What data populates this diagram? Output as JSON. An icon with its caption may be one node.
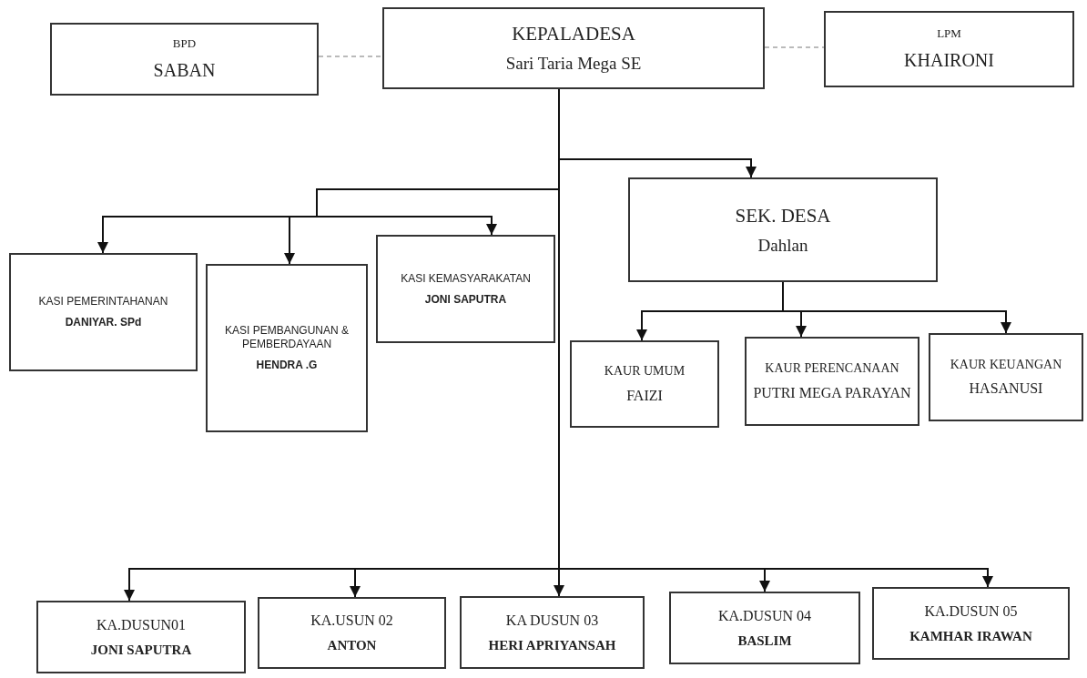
{
  "diagram": {
    "nodes": [
      {
        "text": [
          "BPD",
          "SABAN"
        ]
      },
      {
        "text": [
          "KEPALADESA",
          "Sari Taria Mega SE"
        ]
      },
      {
        "text": [
          "LPM",
          "KHAIRONI"
        ]
      },
      {
        "text": [
          "SEK. DESA",
          "Dahlan"
        ]
      },
      {
        "text": [
          "KASI PEMERINTAHANAN",
          "DANIYAR. SPd"
        ]
      },
      {
        "text": [
          "KASI PEMBANGUNAN & PEMBERDAYAAN",
          "HENDRA .G"
        ]
      },
      {
        "text": [
          "KASI KEMASYARAKATAN",
          "JONI SAPUTRA"
        ]
      },
      {
        "text": [
          "KAUR UMUM",
          "FAIZI"
        ]
      },
      {
        "text": [
          "KAUR PERENCANAAN",
          "PUTRI MEGA PARAYAN"
        ]
      },
      {
        "text": [
          "KAUR KEUANGAN",
          "HASANUSI"
        ]
      },
      {
        "text": [
          "KA.DUSUN01",
          "JONI SAPUTRA"
        ]
      },
      {
        "text": [
          "KA.USUN 02",
          "ANTON"
        ]
      },
      {
        "text": [
          "KA DUSUN 03",
          "HERI APRIYANSAH"
        ]
      },
      {
        "text": [
          "KA.DUSUN 04",
          "BASLIM"
        ]
      },
      {
        "text": [
          "KA.DUSUN 05",
          "KAMHAR IRAWAN"
        ]
      }
    ],
    "edges": [
      {
        "from": 0,
        "to": 1,
        "arrow": "none",
        "style": "dashed",
        "color": "#777777"
      },
      {
        "from": 1,
        "to": 2,
        "arrow": "none",
        "style": "dashed",
        "color": "#777777"
      },
      {
        "from": 1,
        "to": 3,
        "arrow": "to"
      },
      {
        "from": 1,
        "to": 4,
        "arrow": "to"
      },
      {
        "from": 1,
        "to": 5,
        "arrow": "to"
      },
      {
        "from": 1,
        "to": 6,
        "arrow": "to"
      },
      {
        "from": 3,
        "to": 7,
        "arrow": "to"
      },
      {
        "from": 3,
        "to": 8,
        "arrow": "to"
      },
      {
        "from": 3,
        "to": 9,
        "arrow": "to"
      },
      {
        "from": 1,
        "to": 10,
        "arrow": "to"
      },
      {
        "from": 1,
        "to": 11,
        "arrow": "to"
      },
      {
        "from": 1,
        "to": 12,
        "arrow": "to"
      },
      {
        "from": 1,
        "to": 13,
        "arrow": "to"
      },
      {
        "from": 1,
        "to": 14,
        "arrow": "to"
      }
    ]
  }
}
